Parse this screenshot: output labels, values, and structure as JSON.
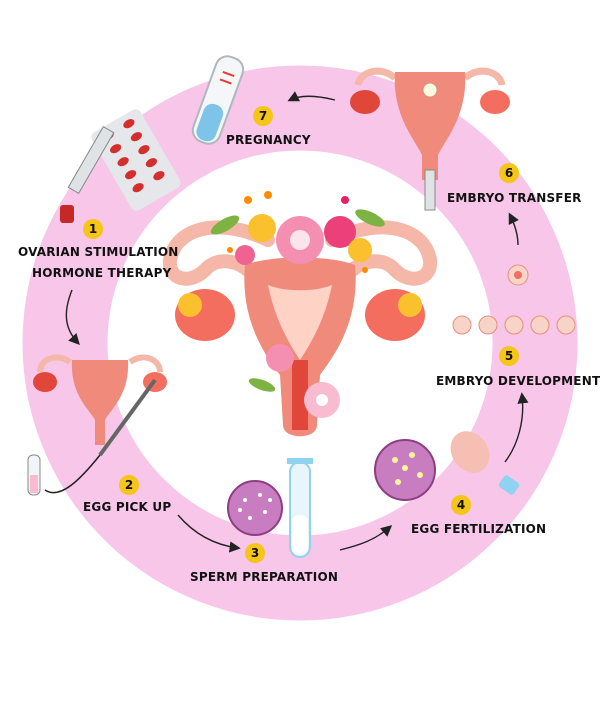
{
  "diagram": {
    "center_title": "Uterus",
    "steps": [
      {
        "number": "1",
        "label_line1": "OVARIAN STIMULATION",
        "label_line2": "HORMONE THERAPY"
      },
      {
        "number": "2",
        "label": "EGG PICK UP"
      },
      {
        "number": "3",
        "label": "SPERM PREPARATION"
      },
      {
        "number": "4",
        "label": "EGG FERTILIZATION"
      },
      {
        "number": "5",
        "label": "EMBRYO DEVELOPMENT"
      },
      {
        "number": "6",
        "label": "EMBRYO TRANSFER"
      },
      {
        "number": "7",
        "label": "PREGNANCY"
      }
    ]
  },
  "colors": {
    "ring": "#f7c6e8",
    "badge": "#f5c518",
    "uterus": "#f08a7a",
    "uterus_dark": "#e0463a",
    "flower_pink": "#f48fb1",
    "flower_yellow": "#fbc02d",
    "leaf": "#7cb342",
    "cell": "#c77dbf",
    "tube_blue": "#8fd3f0"
  }
}
